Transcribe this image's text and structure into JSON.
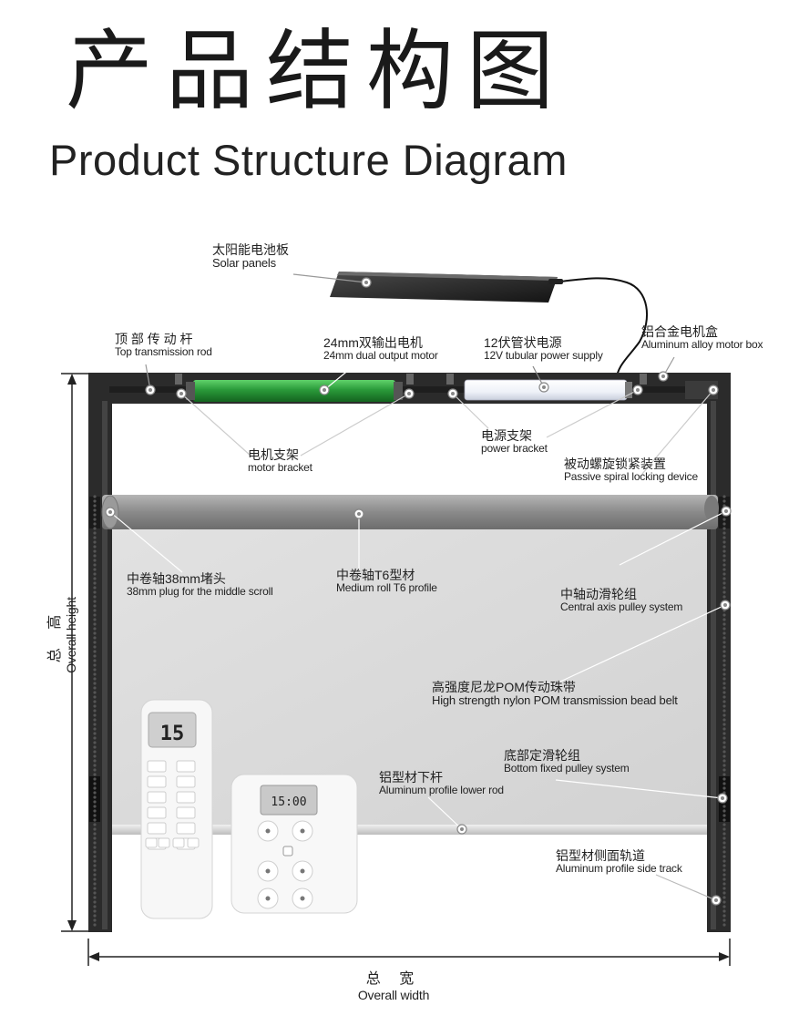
{
  "title": {
    "cn": "产品结构图",
    "en": "Product Structure Diagram"
  },
  "components": [
    {
      "id": "solar-panels",
      "cn": "太阳能电池板",
      "en": "Solar panels"
    },
    {
      "id": "top-rod",
      "cn": "顶 部 传 动 杆",
      "en": "Top transmission rod"
    },
    {
      "id": "motor",
      "cn": "24mm双输出电机",
      "en": "24mm dual output motor"
    },
    {
      "id": "power-supply",
      "cn": "12伏管状电源",
      "en": "12V tubular power supply"
    },
    {
      "id": "motor-box",
      "cn": "铝合金电机盒",
      "en": "Aluminum alloy motor box"
    },
    {
      "id": "motor-bracket",
      "cn": "电机支架",
      "en": "motor bracket"
    },
    {
      "id": "power-bracket",
      "cn": "电源支架",
      "en": "power bracket"
    },
    {
      "id": "passive-lock",
      "cn": "被动螺旋锁紧装置",
      "en": "Passive spiral locking device"
    },
    {
      "id": "plug",
      "cn": "中卷轴38mm堵头",
      "en": "38mm plug for the middle scroll"
    },
    {
      "id": "t6-profile",
      "cn": "中卷轴T6型材",
      "en": "Medium roll T6 profile"
    },
    {
      "id": "pulley-system",
      "cn": "中轴动滑轮组",
      "en": "Central axis pulley system"
    },
    {
      "id": "bead-belt",
      "cn": "高强度尼龙POM传动珠带",
      "en": "High strength nylon POM transmission bead belt"
    },
    {
      "id": "fixed-pulley",
      "cn": "底部定滑轮组",
      "en": "Bottom fixed pulley system"
    },
    {
      "id": "lower-rod",
      "cn": "铝型材下杆",
      "en": "Aluminum profile lower rod"
    },
    {
      "id": "side-track",
      "cn": "铝型材侧面轨道",
      "en": "Aluminum profile side track"
    }
  ],
  "dimensions": {
    "height": {
      "cn": "总 高",
      "en": "Overall height"
    },
    "width": {
      "cn": "总 宽",
      "en": "Overall width"
    }
  },
  "devices": {
    "remote_display": "15",
    "wall_panel_display": "15:00"
  },
  "colors": {
    "frame": "#2b2b2b",
    "motor": "#2a9a3a",
    "roller": "#8e8e8e",
    "fabric": "#d9d9d9",
    "power_tube": "#f4f6fb"
  }
}
